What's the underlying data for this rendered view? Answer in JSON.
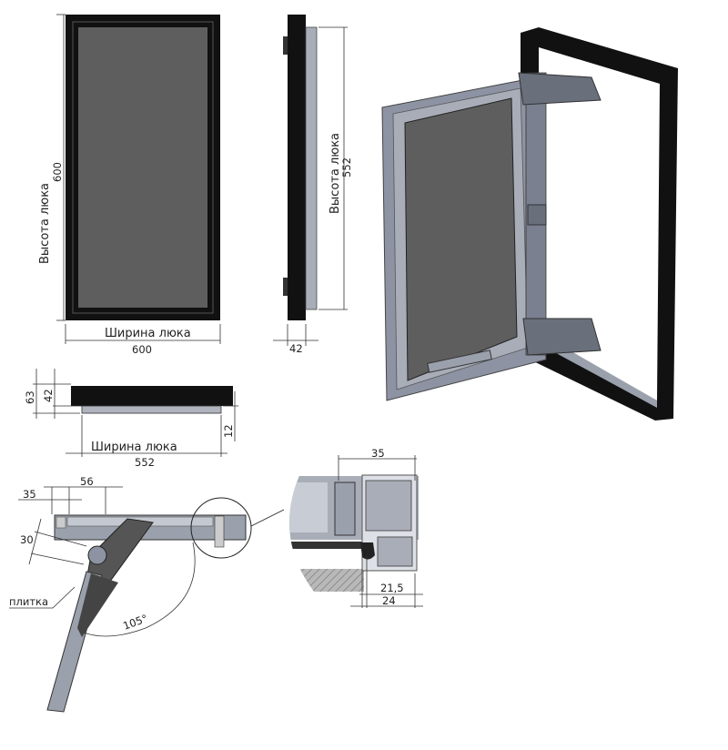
{
  "front_view": {
    "height_label": "Высота люка",
    "height_value": "600",
    "width_label": "Ширина люка",
    "width_value": "600"
  },
  "side_view": {
    "height_label": "Высота люка",
    "height_value": "552",
    "depth_value": "42"
  },
  "top_section": {
    "total_depth": "63",
    "frame_depth": "42",
    "panel_offset": "12",
    "width_label": "Ширина люка",
    "width_value": "552"
  },
  "hinge_section": {
    "offset_a": "35",
    "offset_b": "56",
    "tile_thickness": "30",
    "tile_label": "плитка",
    "opening_angle": "105°"
  },
  "detail_view": {
    "profile_width": "35",
    "dim_inner": "21,5",
    "dim_outer": "24"
  },
  "colors": {
    "frame": "#111111",
    "panel": "#5e5e5e",
    "metal": "#8d93a3",
    "line": "#333333"
  }
}
